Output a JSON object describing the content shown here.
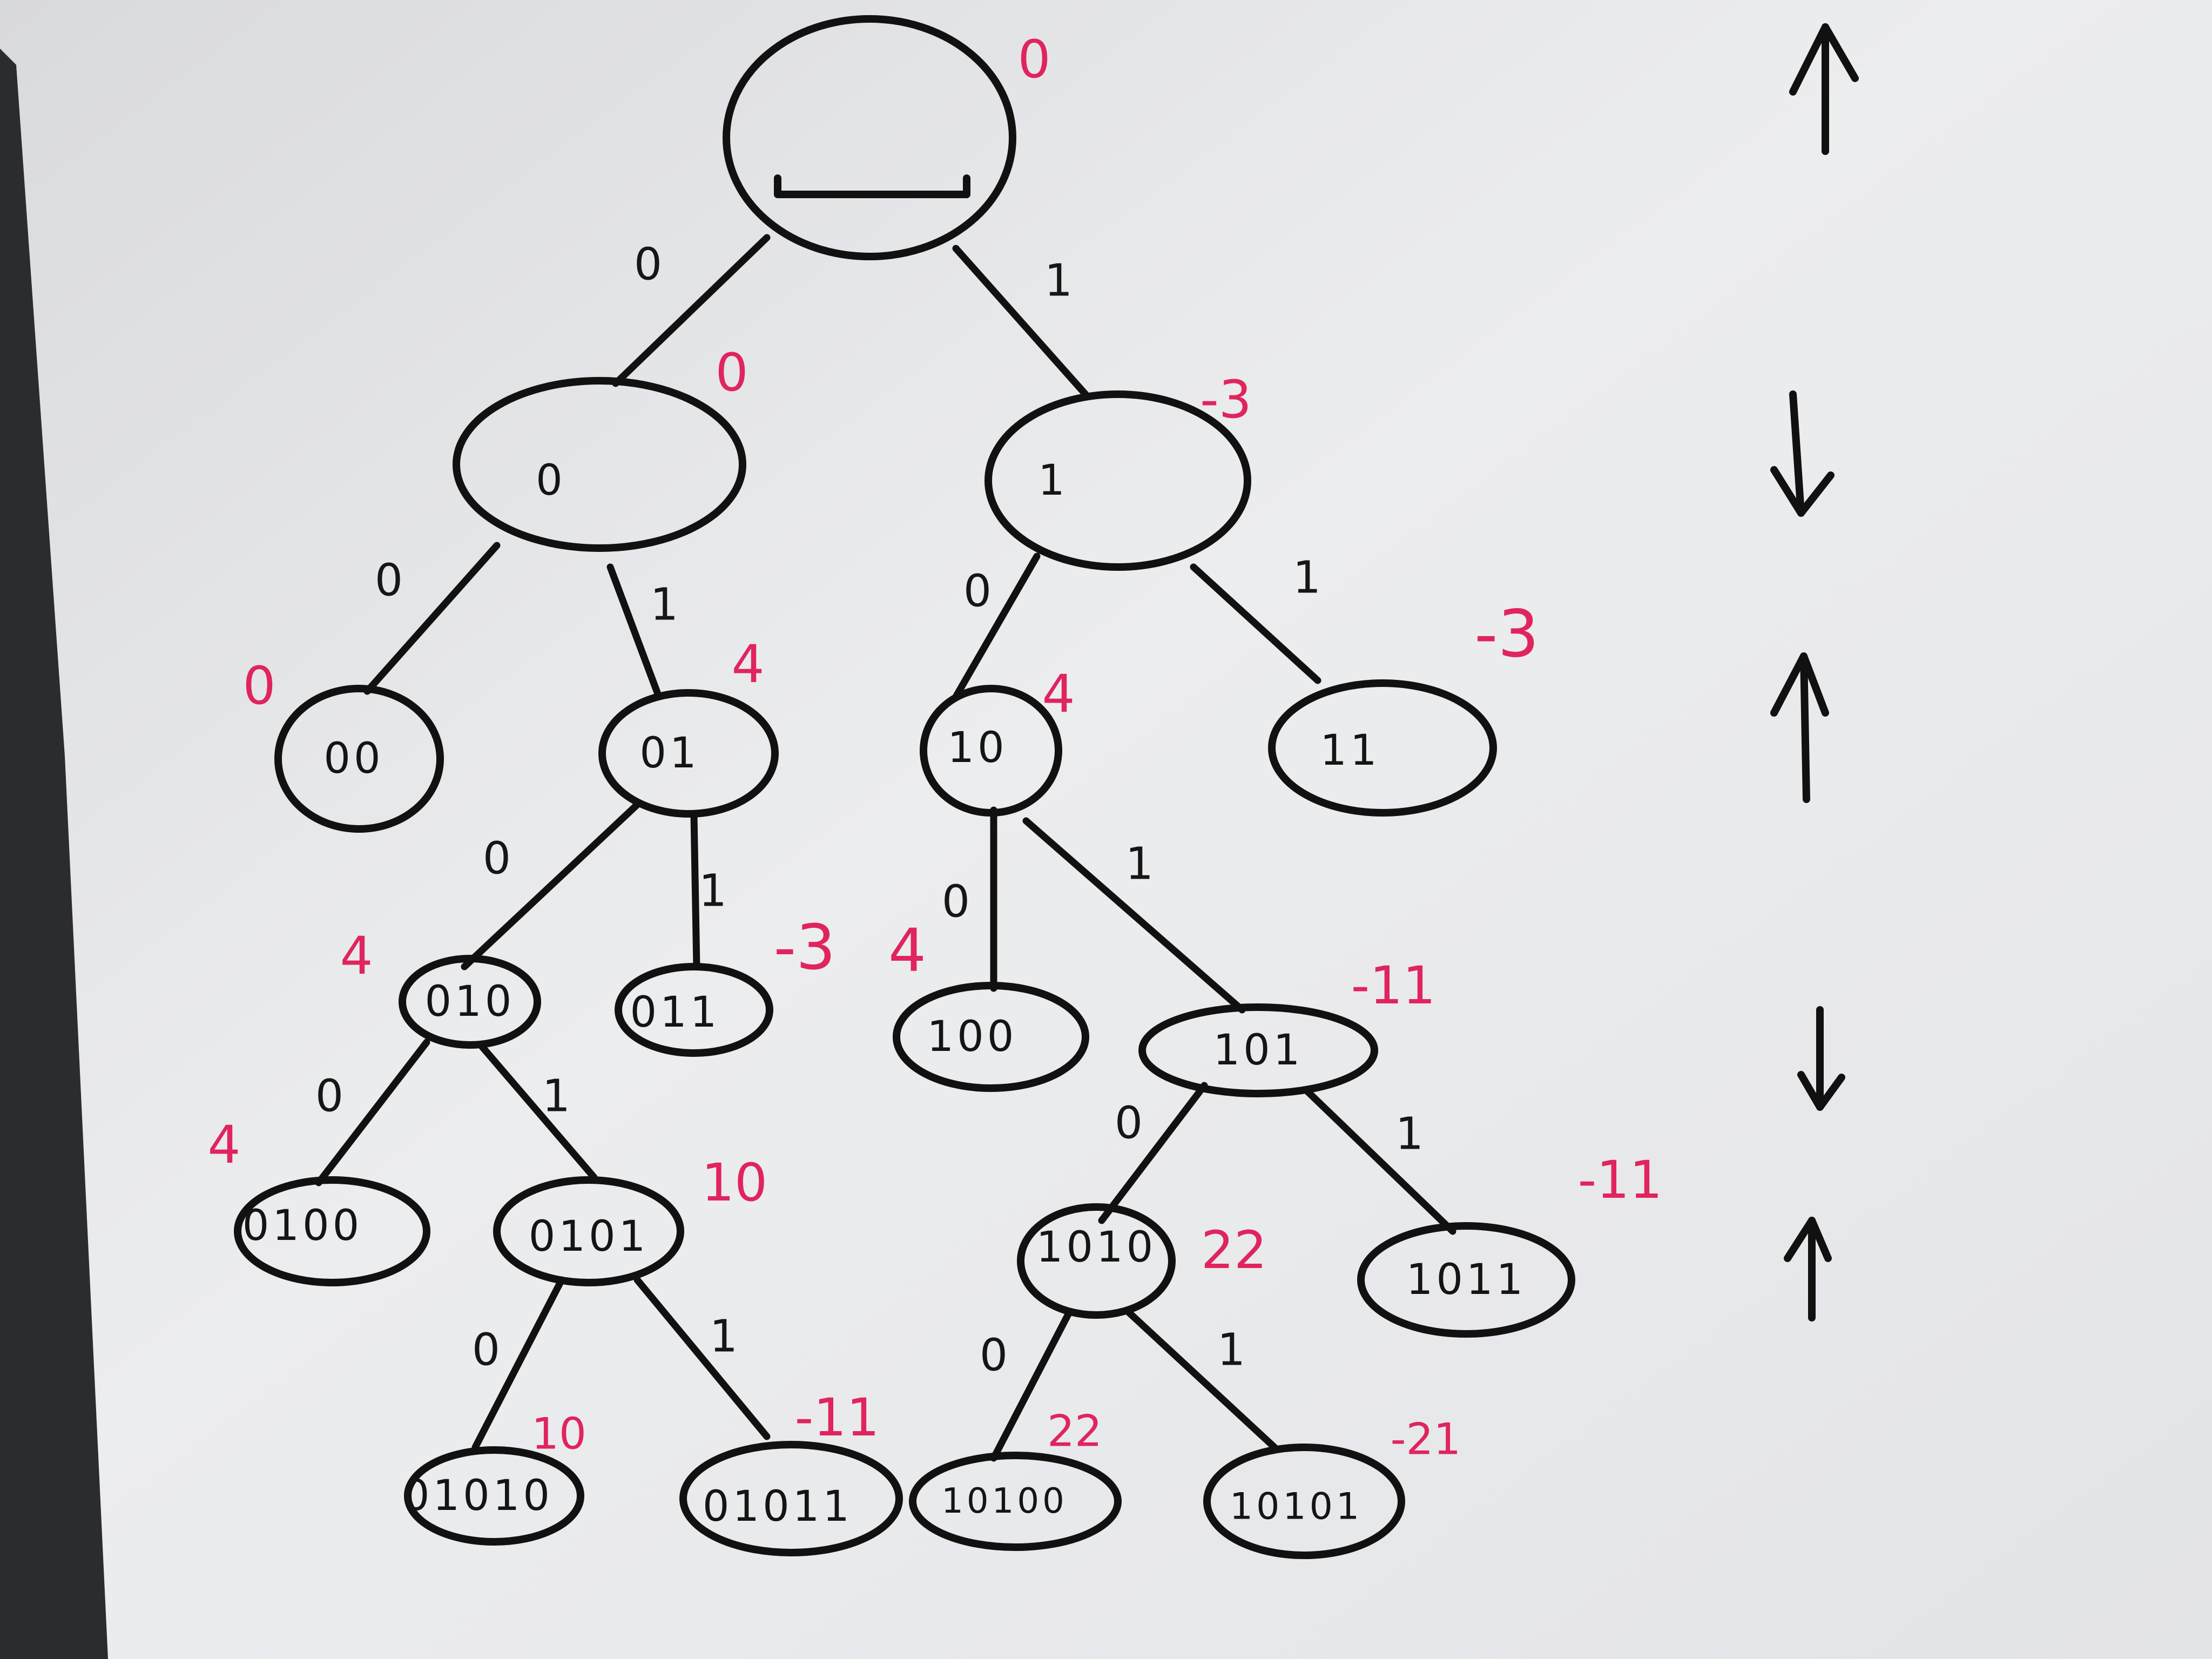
{
  "colors": {
    "ink": "#111111",
    "marker_red": "#e0245e",
    "board": "#eaeaec",
    "frame": "#2a2c30"
  },
  "nodes": {
    "root": {
      "label": "",
      "score": "0"
    },
    "n0": {
      "label": "0",
      "score": "0"
    },
    "n1": {
      "label": "1",
      "score": "-3"
    },
    "n00": {
      "label": "00",
      "score": "0"
    },
    "n01": {
      "label": "01",
      "score": "4"
    },
    "n10": {
      "label": "10",
      "score": "4"
    },
    "n11": {
      "label": "11",
      "score": "-3"
    },
    "n010": {
      "label": "010",
      "score": "4"
    },
    "n011": {
      "label": "011",
      "score": "-3"
    },
    "n100": {
      "label": "100",
      "score": "4"
    },
    "n101": {
      "label": "101",
      "score": "-11"
    },
    "n0100": {
      "label": "0100",
      "score": "4"
    },
    "n0101": {
      "label": "0101",
      "score": "10"
    },
    "n1010": {
      "label": "1010",
      "score": "22"
    },
    "n1011": {
      "label": "1011",
      "score": "-11"
    },
    "n01010": {
      "label": "01010",
      "score": "10"
    },
    "n01011": {
      "label": "01011",
      "score": "-11"
    },
    "n10100": {
      "label": "10100",
      "score": "22"
    },
    "n10101": {
      "label": "10101",
      "score": "-21"
    }
  },
  "edges": {
    "root_n0": "0",
    "root_n1": "1",
    "n0_n00": "0",
    "n0_n01": "1",
    "n1_n10": "0",
    "n1_n11": "1",
    "n01_n010": "0",
    "n01_n011": "1",
    "n10_n100": "0",
    "n10_n101": "1",
    "n010_n0100": "0",
    "n010_n0101": "1",
    "n101_n1010": "0",
    "n101_n1011": "1",
    "n0101_n01010": "0",
    "n0101_n01011": "1",
    "n1010_n10100": "0",
    "n1010_n10101": "1"
  },
  "level_arrows": [
    "up",
    "down",
    "up",
    "down",
    "up"
  ]
}
